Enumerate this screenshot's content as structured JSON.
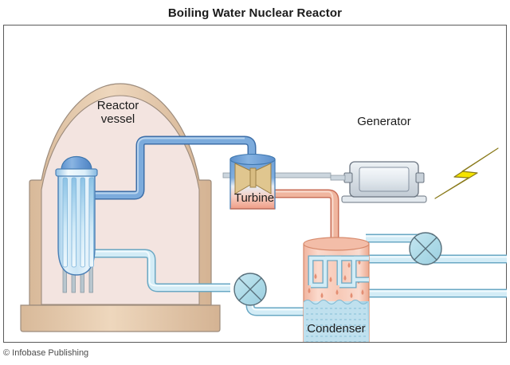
{
  "header": {
    "title": "Boiling Water Nuclear Reactor"
  },
  "credit": "© Infobase Publishing",
  "labels": {
    "reactor_vessel": "Reactor\nvessel",
    "turbine": "Turbine",
    "generator": "Generator",
    "condenser": "Condenser"
  },
  "icons": {
    "pump_primary": "pump-icon",
    "pump_cooling": "pump-icon",
    "lightning": "lightning-bolt-icon"
  },
  "colors": {
    "frame_border": "#5a5a5a",
    "title_text": "#1b1b1b",
    "containment_fill": "#f3e4e0",
    "containment_wall": "#e0c4a4",
    "containment_wall_stroke": "#9c8b7c",
    "steam_pipe": "#7ba7d7",
    "steam_pipe_stroke": "#3d6ea8",
    "water_pipe": "#bfe0ee",
    "water_pipe_stroke": "#6aa8c4",
    "hot_pipe": "#eda893",
    "hot_pipe_stroke": "#c9705a",
    "vessel_dome": "#6f9fd8",
    "vessel_body": "#cfe7f5",
    "vessel_stroke": "#4a7fb5",
    "turbine_blade": "#e0c68f",
    "turbine_blade_stroke": "#9c7f45",
    "generator_body": "#d7dde3",
    "generator_stroke": "#6a7480",
    "condenser_hot": "#f6c6b5",
    "condenser_water": "#bfe0ee",
    "lightning_fill": "#f5e400",
    "lightning_stroke": "#8a7a1a",
    "pump_fill": "#aedbe8",
    "pump_stroke": "#58707c"
  },
  "diagram": {
    "type": "process-flow",
    "components": [
      {
        "name": "containment-building",
        "label": ""
      },
      {
        "name": "reactor-vessel",
        "label": "Reactor vessel"
      },
      {
        "name": "turbine",
        "label": "Turbine"
      },
      {
        "name": "generator",
        "label": "Generator"
      },
      {
        "name": "condenser",
        "label": "Condenser"
      },
      {
        "name": "primary-pump",
        "label": ""
      },
      {
        "name": "cooling-pump",
        "label": ""
      }
    ],
    "flows": [
      {
        "name": "steam-line",
        "from": "reactor-vessel",
        "to": "turbine"
      },
      {
        "name": "exhaust-line",
        "from": "turbine",
        "to": "condenser"
      },
      {
        "name": "feedwater-line",
        "from": "reactor-vessel",
        "to": "primary-pump"
      },
      {
        "name": "condensate-line",
        "from": "condenser",
        "to": "primary-pump"
      },
      {
        "name": "cooling-water-in",
        "from": "condenser",
        "to": "cooling-pump"
      },
      {
        "name": "cooling-water-out",
        "from": "condenser",
        "to": "cooling-pump"
      },
      {
        "name": "electricity",
        "from": "generator",
        "to": "lightning-bolt"
      }
    ]
  }
}
